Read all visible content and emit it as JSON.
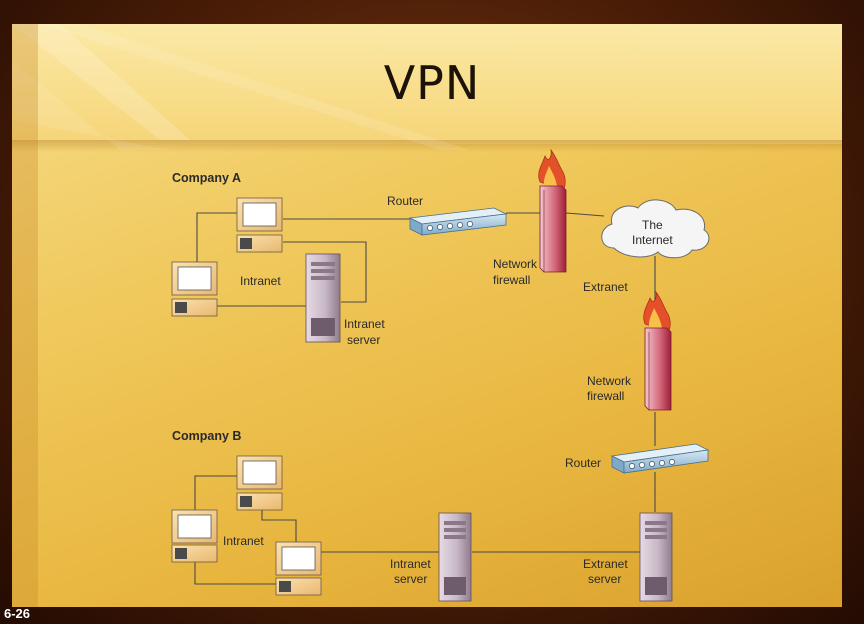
{
  "slide": {
    "title": "VPN",
    "number": "6-26"
  },
  "colors": {
    "slide_background": "#f0c95d",
    "frame": "#4a1d07",
    "router": "#9ec3dd",
    "firewall": "#c23a52",
    "flame": "#e4502a",
    "server": "#b7a7b6"
  },
  "diagram": {
    "company_a": {
      "heading": "Company A",
      "intranet_label": "Intranet",
      "server_label_line1": "Intranet",
      "server_label_line2": "server",
      "router_label": "Router",
      "firewall_label_line1": "Network",
      "firewall_label_line2": "firewall"
    },
    "internet": {
      "label_line1": "The",
      "label_line2": "Internet"
    },
    "extranet_label": "Extranet",
    "company_b": {
      "heading": "Company B",
      "intranet_label": "Intranet",
      "firewall_label_line1": "Network",
      "firewall_label_line2": "firewall",
      "router_label": "Router",
      "intranet_server_line1": "Intranet",
      "intranet_server_line2": "server",
      "extranet_server_line1": "Extranet",
      "extranet_server_line2": "server"
    }
  }
}
